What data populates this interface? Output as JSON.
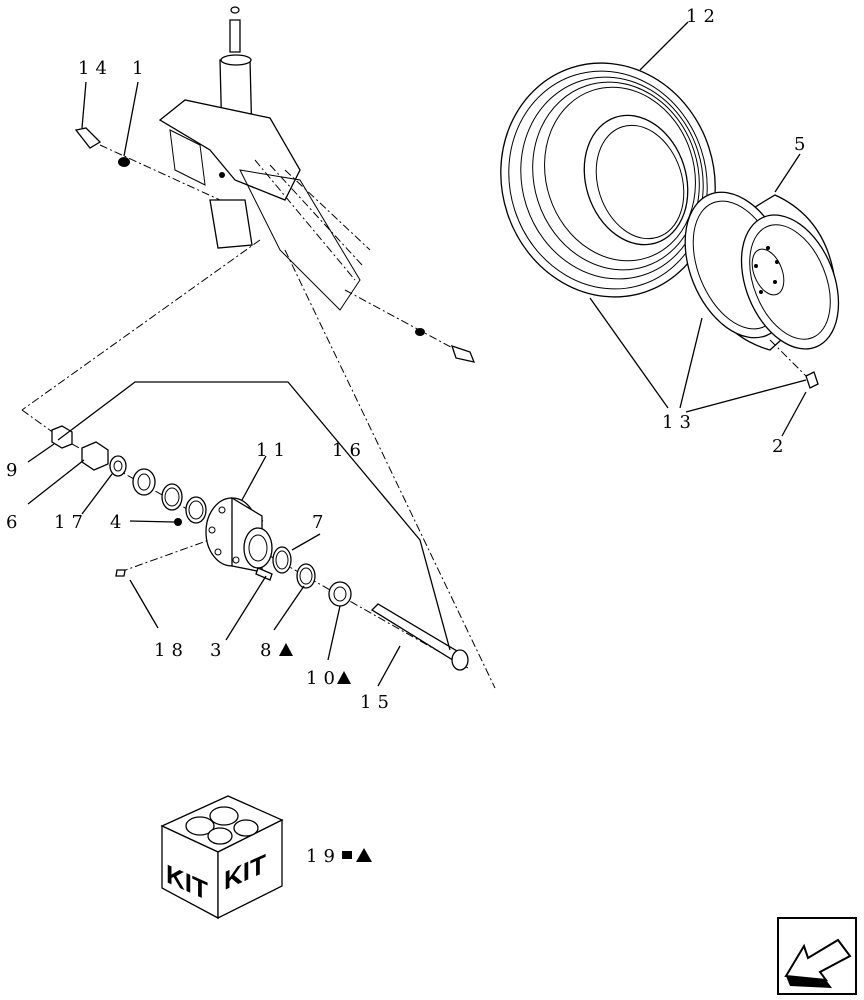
{
  "callouts": {
    "c1": "1",
    "c2": "2",
    "c3": "3",
    "c4": "4",
    "c5": "5",
    "c6": "6",
    "c7": "7",
    "c8": "8",
    "c9": "9",
    "c10": "10",
    "c11": "11",
    "c12": "12",
    "c13": "13",
    "c14": "14",
    "c15": "15",
    "c16": "16",
    "c17": "17",
    "c18": "18",
    "c19": "19"
  },
  "kit": {
    "left": "KIT",
    "right": "KIT"
  }
}
